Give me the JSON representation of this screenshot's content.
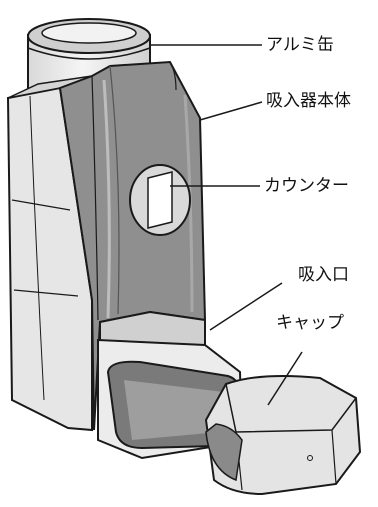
{
  "labels": {
    "can": "アルミ缶",
    "body": "吸入器本体",
    "counter": "カウンター",
    "mouthpiece": "吸入口",
    "cap": "キャップ"
  },
  "colors": {
    "outline": "#1a1a1a",
    "light_fill": "#e6e6e6",
    "mid_fill": "#c8c8c8",
    "dark_fill": "#8f8f8f",
    "white": "#ffffff"
  }
}
